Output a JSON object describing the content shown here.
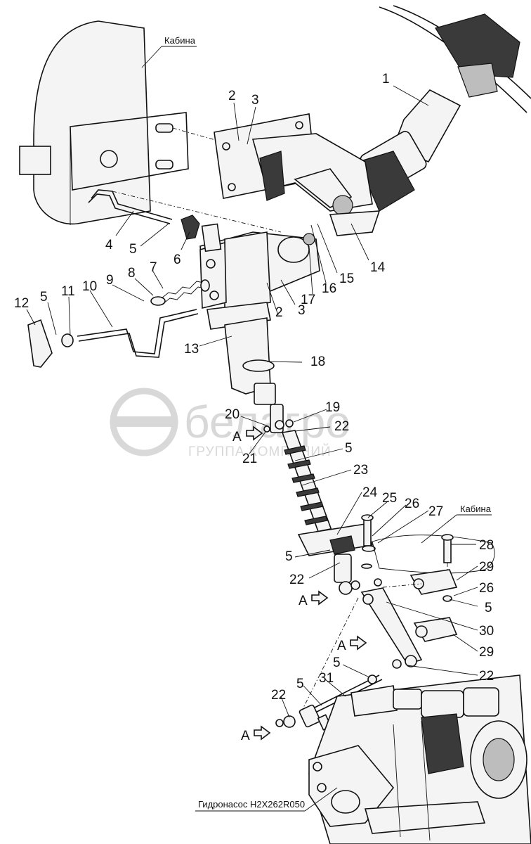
{
  "texts": {
    "cabin_top": "Кабина",
    "cabin_mid": "Кабина",
    "pump": "Гидронасос H2X262R050",
    "watermark_brand": "белагро",
    "watermark_sub": "ГРУППА КОМПАНИЙ"
  },
  "view_mark": "A",
  "callouts": [
    "1",
    "2",
    "3",
    "4",
    "5",
    "6",
    "7",
    "8",
    "9",
    "10",
    "11",
    "12",
    "13",
    "14",
    "15",
    "16",
    "17",
    "18",
    "19",
    "20",
    "21",
    "22",
    "23",
    "24",
    "25",
    "26",
    "27",
    "28",
    "29",
    "30",
    "31"
  ],
  "icons": [
    "arrow-icon",
    "belagro-logo-icon"
  ]
}
